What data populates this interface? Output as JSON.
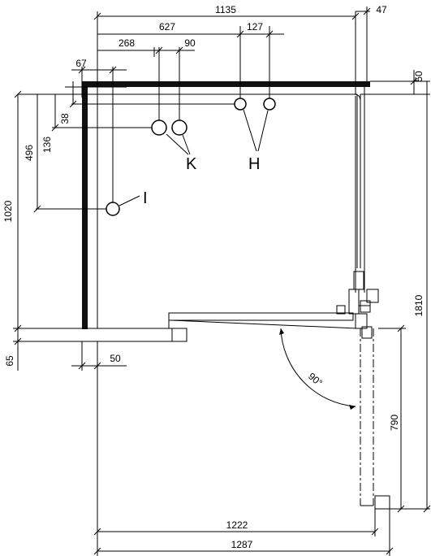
{
  "dimensions": {
    "width_total": "1135",
    "wall_depth": "47",
    "top_offset": "50",
    "h_right_from_left": "627",
    "h_spacing": "127",
    "k_left_from_left": "268",
    "k_spacing": "90",
    "i_from_left": "67",
    "i_from_top": "496",
    "k_from_top": "136",
    "h_from_top": "38",
    "height_left": "1020",
    "base_offset": "65",
    "bottom_gap": "50",
    "door_angle": "90°",
    "door_width": "790",
    "height_right": "1810",
    "inner_width": "1222",
    "outer_width": "1287"
  },
  "labels": {
    "k": "K",
    "h": "H",
    "i": "I"
  }
}
